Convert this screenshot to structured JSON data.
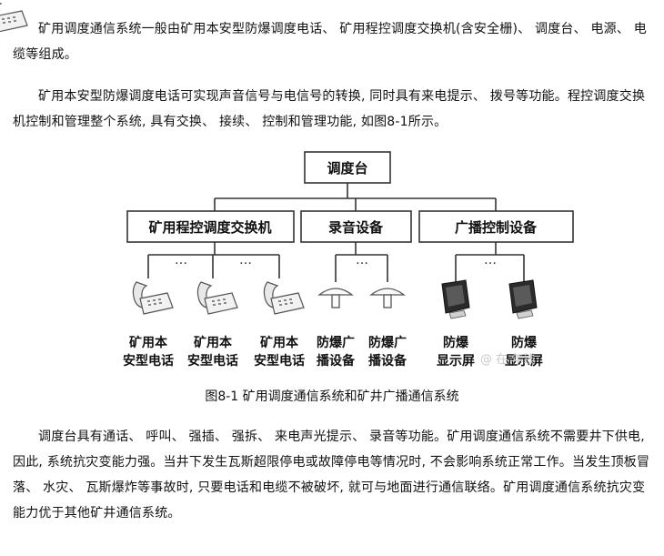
{
  "paragraphs": [
    "矿用调度通信系统一般由矿用本安型防爆调度电话、 矿用程控调度交换机(含安全栅)、 调度台、 电源、 电缆等组成。",
    "矿用本安型防爆调度电话可实现声音信号与电信号的转换, 同时具有来电提示、 拨号等功能。程控调度交换机控制和管理整个系统, 具有交换、 接续、 控制和管理功能, 如图8-1所示。",
    "调度台具有通话、 呼叫、 强插、 强拆、 来电声光提示、 录音等功能。矿用调度通信系统不需要井下供电, 因此, 系统抗灾变能力强。当井下发生瓦斯超限停电或故障停电等情况时, 不会影响系统正常工作。当发生顶板冒落、 水灾、 瓦斯爆炸等事故时, 只要电话和电缆不被破坏, 就可与地面进行通信联络。矿用调度通信系统抗灾变能力优于其他矿井通信系统。"
  ],
  "diagram": {
    "top": "调度台",
    "level2": [
      "矿用程控调度交换机",
      "录音设备",
      "广播控制设备"
    ],
    "ellipsis": "…",
    "devices": [
      {
        "line1": "矿用本",
        "line2": "安型电话",
        "icon": "telephone-icon"
      },
      {
        "line1": "矿用本",
        "line2": "安型电话",
        "icon": "telephone-icon"
      },
      {
        "line1": "矿用本",
        "line2": "安型电话",
        "icon": "telephone-icon"
      },
      {
        "line1": "防爆广",
        "line2": "播设备",
        "icon": "speaker-horn-icon"
      },
      {
        "line1": "防爆广",
        "line2": "播设备",
        "icon": "speaker-horn-icon"
      },
      {
        "line1": "防爆",
        "line2": "显示屏",
        "icon": "display-screen-icon"
      },
      {
        "line1": "防爆",
        "line2": "显示屏",
        "icon": "display-screen-icon"
      }
    ],
    "caption": "图8-1 矿用调度通信系统和矿井广播通信系统",
    "watermark": "@ 在 年线"
  }
}
